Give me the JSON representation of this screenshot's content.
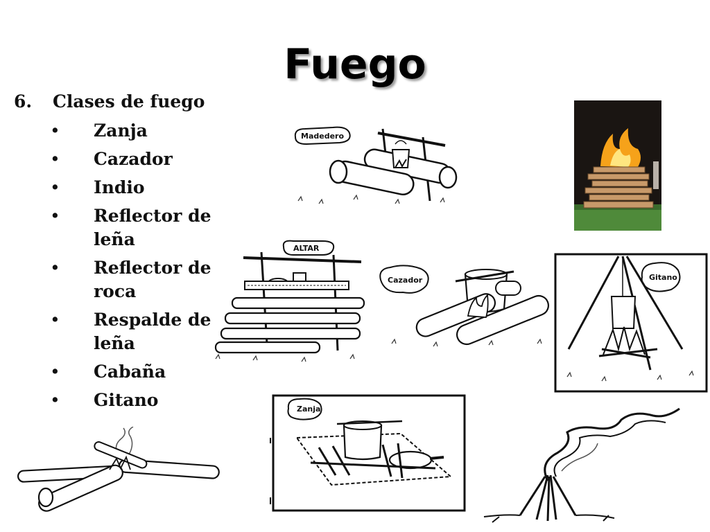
{
  "slide": {
    "title": "Fuego",
    "section_number": "6.",
    "section_title": "Clases de fuego",
    "bullet_symbol": "•",
    "bullets": [
      "Zanja",
      "Cazador",
      "Indio",
      "Reflector de leña",
      "Reflector de roca",
      "Respalde de leña",
      "Cabaña",
      "Gitano"
    ]
  },
  "figures": {
    "madedero": "Madedero",
    "altar": "ALTAR",
    "cazador": "Cazador",
    "gitano": "Gitano",
    "zanja": "Zanja"
  },
  "colors": {
    "flame": "#f6a21a",
    "flame_core": "#ffe680",
    "grass": "#4f8a3a",
    "night": "#1a1512",
    "wood": "#c89a6a",
    "ink": "#111111"
  }
}
